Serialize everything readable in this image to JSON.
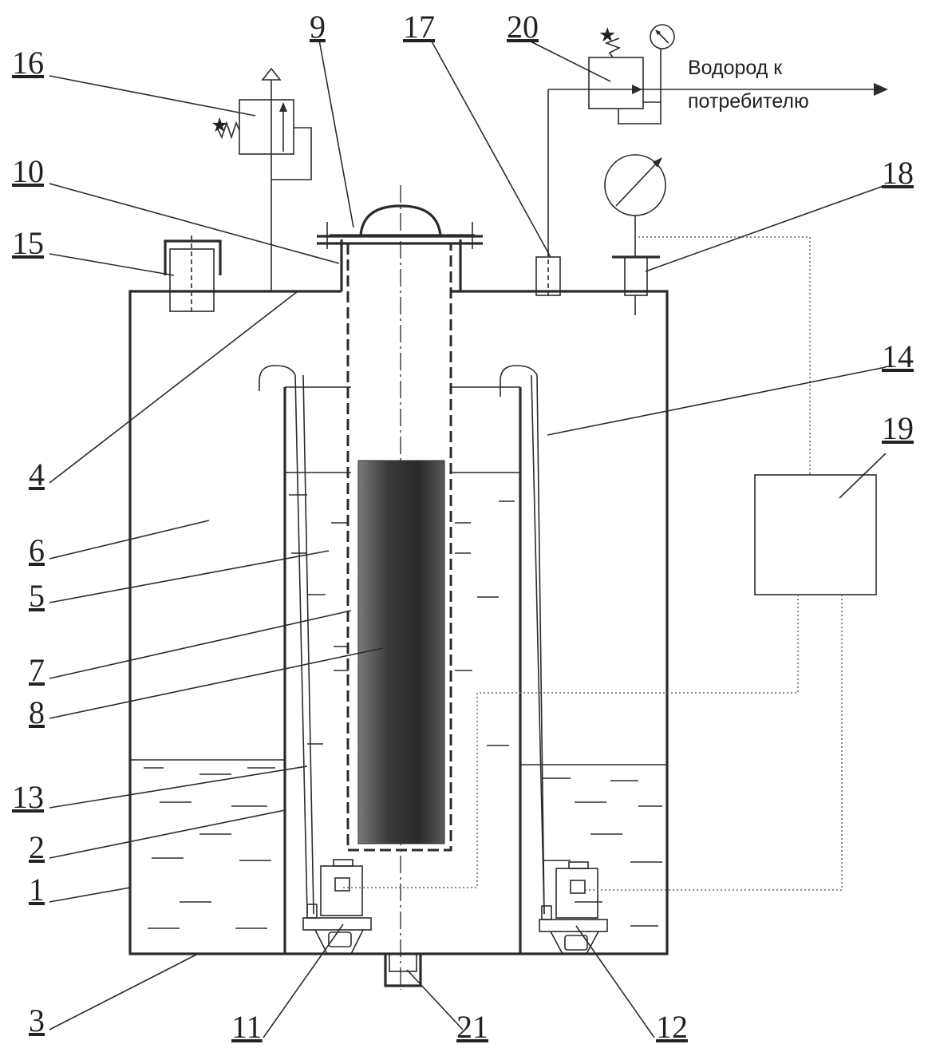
{
  "labels": {
    "l1": "1",
    "l2": "2",
    "l3": "3",
    "l4": "4",
    "l5": "5",
    "l6": "6",
    "l7": "7",
    "l8": "8",
    "l9": "9",
    "l10": "10",
    "l11": "11",
    "l12": "12",
    "l13": "13",
    "l14": "14",
    "l15": "15",
    "l16": "16",
    "l17": "17",
    "l18": "18",
    "l19": "19",
    "l20": "20",
    "l21": "21"
  },
  "output_caption": {
    "line1": "Водород к",
    "line2": "потребителю"
  },
  "colors": {
    "line": "#2b2b2b",
    "dotted_signal": "#666666",
    "reagent_core": "#3a3a3a"
  }
}
